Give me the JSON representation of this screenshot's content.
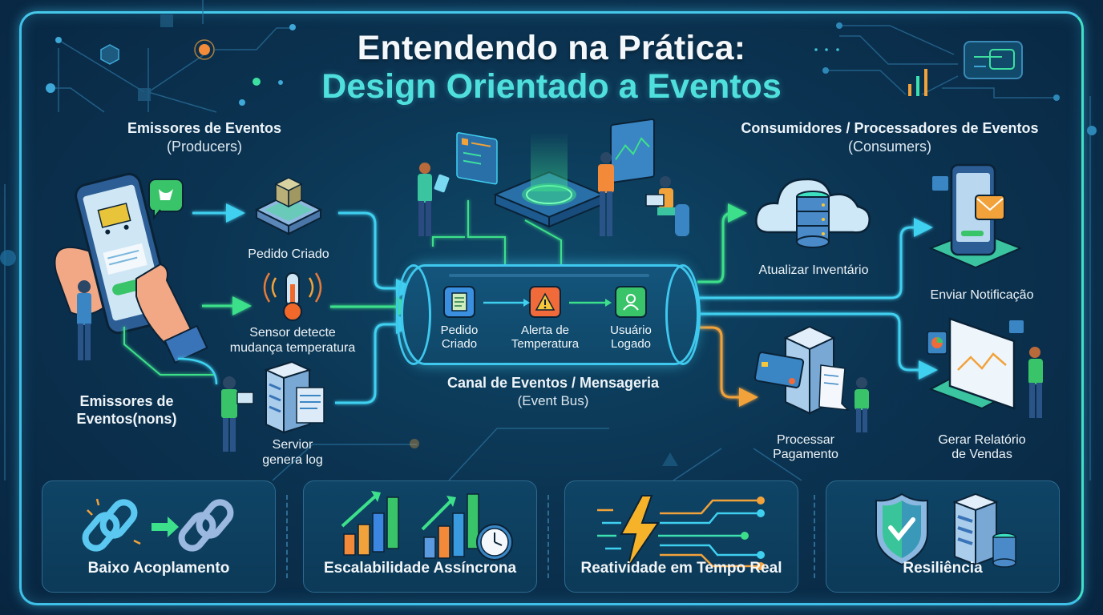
{
  "title": {
    "line1": "Entendendo na Prática:",
    "line2": "Design Orientado a Eventos"
  },
  "producers": {
    "heading": "Emissores de Eventos",
    "subheading": "(Producers)",
    "side_label_line1": "Emissores de",
    "side_label_line2": "Eventos(nons)",
    "items": [
      {
        "label_line1": "Pedido Criado",
        "label_line2": "",
        "icon": "package-box-icon"
      },
      {
        "label_line1": "Sensor detecte",
        "label_line2": "mudança temperatura",
        "icon": "thermometer-icon"
      },
      {
        "label_line1": "Servior",
        "label_line2": "genera log",
        "icon": "server-log-icon"
      }
    ]
  },
  "event_bus": {
    "heading": "Canal de Eventos / Mensageria",
    "subheading": "(Event Bus)",
    "events": [
      {
        "line1": "Pedido",
        "line2": "Criado",
        "icon": "receipt-icon",
        "color": "#3a8fe0"
      },
      {
        "line1": "Alerta de",
        "line2": "Temperatura",
        "icon": "warning-icon",
        "color": "#f06a3a"
      },
      {
        "line1": "Usuário",
        "line2": "Logado",
        "icon": "user-icon",
        "color": "#3ac46a"
      }
    ]
  },
  "consumers": {
    "heading": "Consumidores / Processadores de Eventos",
    "subheading": "(Consumers)",
    "items": [
      {
        "label_line1": "Atualizar Inventário",
        "label_line2": "",
        "icon": "cloud-database-icon"
      },
      {
        "label_line1": "Enviar Notificação",
        "label_line2": "",
        "icon": "phone-notification-icon"
      },
      {
        "label_line1": "Processar",
        "label_line2": "Pagamento",
        "icon": "payment-server-icon"
      },
      {
        "label_line1": "Gerar Relatório",
        "label_line2": "de Vendas",
        "icon": "sales-report-icon"
      }
    ]
  },
  "benefits": [
    {
      "label": "Baixo Acoplamento",
      "icon": "chain-link-icon"
    },
    {
      "label": "Escalabilidade Assíncrona",
      "icon": "growth-chart-icon"
    },
    {
      "label": "Reatividade em Tempo Real",
      "icon": "lightning-icon"
    },
    {
      "label": "Resiliência",
      "icon": "shield-check-icon"
    }
  ],
  "colors": {
    "background": "#0b3452",
    "frame": "#3fc0e8",
    "title_accent": "#4fe0de",
    "flow_cyan": "#3fd0f0",
    "flow_green": "#3de08a",
    "flow_orange": "#f2a23a"
  }
}
